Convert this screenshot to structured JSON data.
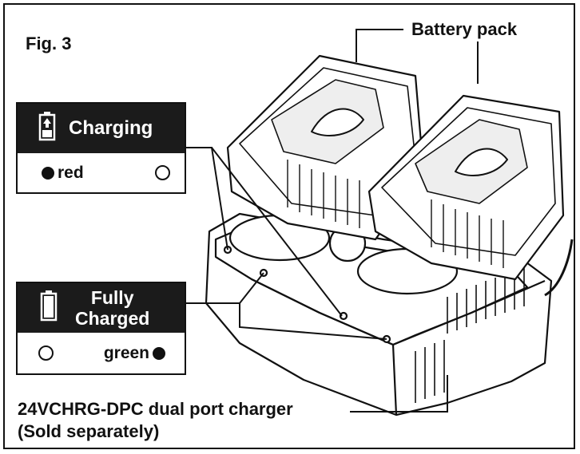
{
  "figure": {
    "label": "Fig. 3"
  },
  "callouts": {
    "battery_pack": "Battery pack",
    "charger_line1": "24VCHRG-DPC dual port charger",
    "charger_line2": "(Sold separately)"
  },
  "charging_box": {
    "title": "Charging",
    "left_indicator": {
      "state": "filled",
      "label": "red"
    },
    "right_indicator": {
      "state": "hollow"
    },
    "icon": "battery-charging-icon"
  },
  "charged_box": {
    "title_line1": "Fully",
    "title_line2": "Charged",
    "left_indicator": {
      "state": "hollow"
    },
    "right_indicator": {
      "state": "filled",
      "label": "green"
    },
    "icon": "battery-full-icon"
  },
  "colors": {
    "ink": "#111111",
    "header_bg": "#1b1b1b",
    "header_text": "#ffffff"
  }
}
